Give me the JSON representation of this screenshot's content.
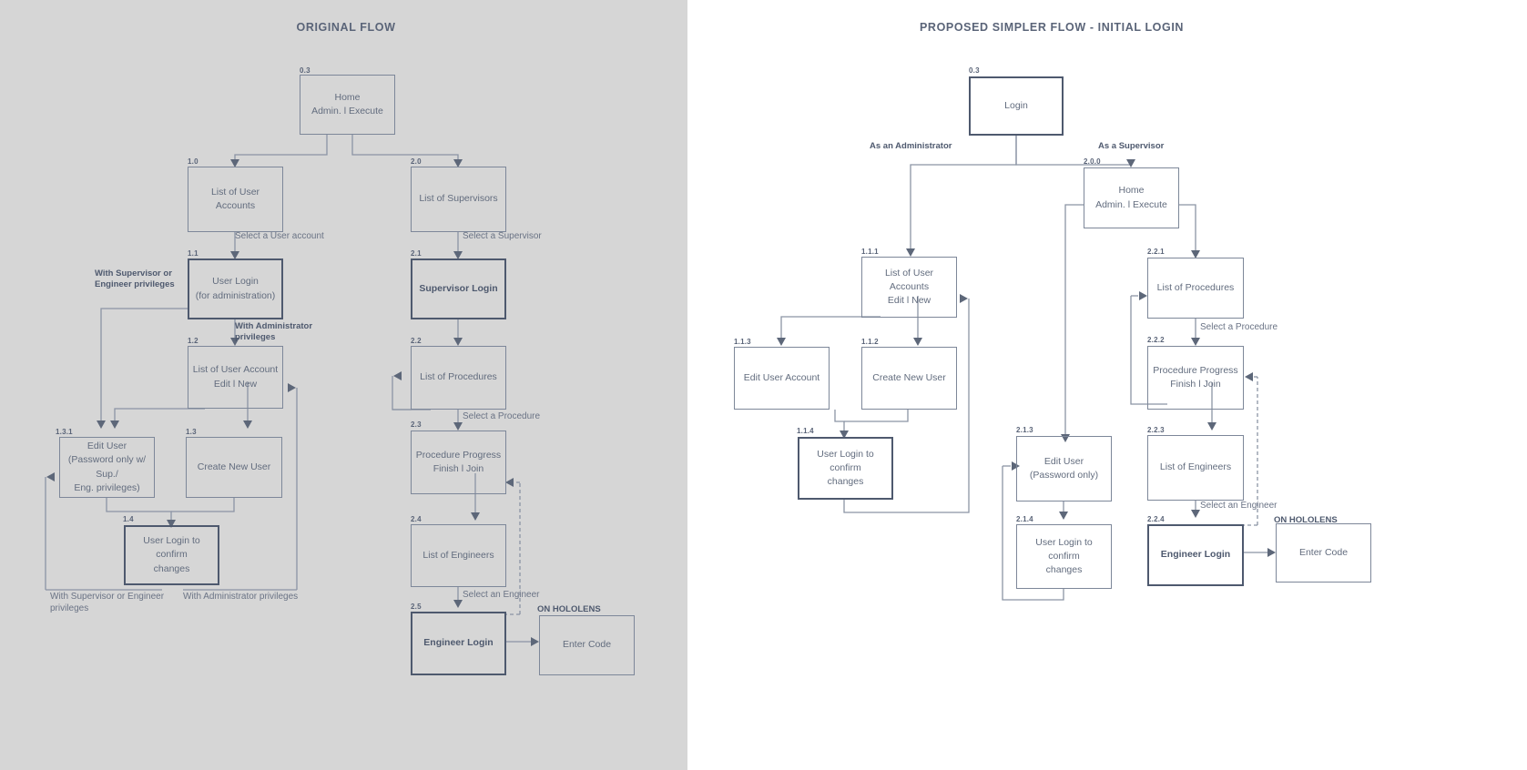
{
  "meta": {
    "accent": "#4e596e",
    "line_color": "#8b94a5",
    "text_color": "#626c7e",
    "left_panel_bg": "#d6d6d6",
    "right_panel_bg": "#ffffff"
  },
  "panels": {
    "left": {
      "title": "ORIGINAL FLOW"
    },
    "right": {
      "title": "PROPOSED SIMPLER FLOW - INITIAL LOGIN"
    }
  },
  "original_flow": {
    "nodes": {
      "n03": {
        "id": "0.3",
        "label": "Home\nAdmin.   l   Execute"
      },
      "n10": {
        "id": "1.0",
        "label": "List of User\nAccounts"
      },
      "n11": {
        "id": "1.1",
        "label": "User Login\n(for administration)"
      },
      "n12": {
        "id": "1.2",
        "label": "List of User Account\nEdit   l   New"
      },
      "n131": {
        "id": "1.3.1",
        "label": "Edit User\n(Password only w/ Sup./\nEng. privileges)"
      },
      "n13": {
        "id": "1.3",
        "label": "Create New User"
      },
      "n14": {
        "id": "1.4",
        "label": "User Login to confirm\nchanges"
      },
      "n20": {
        "id": "2.0",
        "label": "List of Supervisors"
      },
      "n21": {
        "id": "2.1",
        "label": "Supervisor Login"
      },
      "n22": {
        "id": "2.2",
        "label": "List of Procedures"
      },
      "n23": {
        "id": "2.3",
        "label": "Procedure Progress\nFinish   l   Join"
      },
      "n24": {
        "id": "2.4",
        "label": "List of Engineers"
      },
      "n25": {
        "id": "2.5",
        "label": "Engineer Login"
      },
      "nEnter": {
        "id": "",
        "label": "Enter Code"
      }
    },
    "labels": {
      "select_user_account": "Select a User account",
      "select_supervisor": "Select a Supervisor",
      "with_sup_eng_priv": "With Supervisor or\nEngineer privileges",
      "with_admin_priv": "With Administrator\nprivileges",
      "select_procedure": "Select a Procedure",
      "select_engineer": "Select an Engineer",
      "on_hololens": "ON HOLOLENS",
      "return_sup_eng": "With Supervisor or Engineer\nprivileges",
      "return_admin": "With Administrator privileges"
    }
  },
  "proposed_flow": {
    "nodes": {
      "p03": {
        "id": "0.3",
        "label": "Login"
      },
      "p200": {
        "id": "2.0.0",
        "label": "Home\nAdmin.   l   Execute"
      },
      "p111": {
        "id": "1.1.1",
        "label": "List of User\nAccounts\nEdit   l   New"
      },
      "p113": {
        "id": "1.1.3",
        "label": "Edit User Account"
      },
      "p112": {
        "id": "1.1.2",
        "label": "Create New User"
      },
      "p114": {
        "id": "1.1.4",
        "label": "User Login to confirm\nchanges"
      },
      "p213": {
        "id": "2.1.3",
        "label": "Edit User\n(Password only)"
      },
      "p214": {
        "id": "2.1.4",
        "label": "User Login to confirm\nchanges"
      },
      "p221": {
        "id": "2.2.1",
        "label": "List of Procedures"
      },
      "p222": {
        "id": "2.2.2",
        "label": "Procedure Progress\nFinish   l   Join"
      },
      "p223": {
        "id": "2.2.3",
        "label": "List of Engineers"
      },
      "p224": {
        "id": "2.2.4",
        "label": "Engineer Login"
      },
      "pEnter": {
        "id": "",
        "label": "Enter Code"
      }
    },
    "labels": {
      "as_admin": "As an Administrator",
      "as_supervisor": "As a Supervisor",
      "select_procedure": "Select a Procedure",
      "select_engineer": "Select an Engineer",
      "on_hololens": "ON HOLOLENS"
    }
  }
}
